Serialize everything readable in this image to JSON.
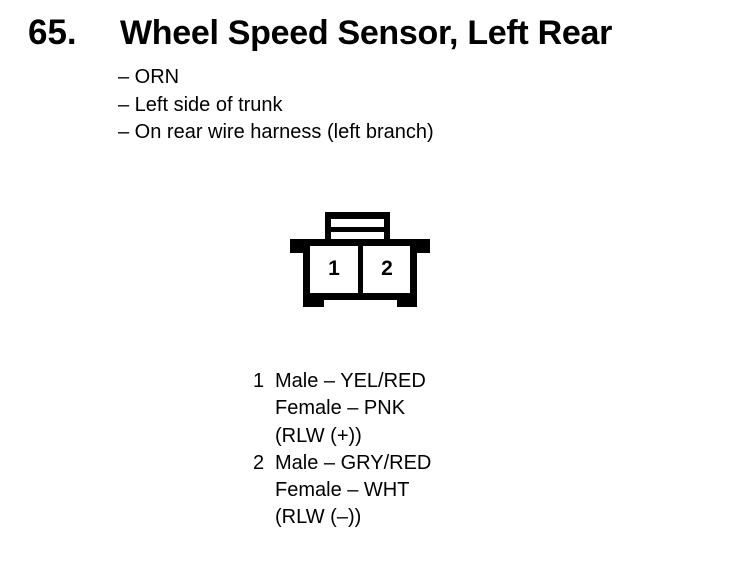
{
  "item": {
    "number": "65.",
    "title": "Wheel Speed Sensor, Left Rear",
    "details": [
      "– ORN",
      "– Left side of trunk",
      "– On rear wire harness (left branch)"
    ]
  },
  "connector": {
    "type": "2-cavity connector, front view",
    "cavity_labels": [
      "1",
      "2"
    ]
  },
  "pinout": [
    {
      "pin": "1",
      "lines": [
        "Male – YEL/RED",
        "Female – PNK",
        "(RLW (+))"
      ]
    },
    {
      "pin": "2",
      "lines": [
        "Male – GRY/RED",
        "Female – WHT",
        "(RLW (–))"
      ]
    }
  ],
  "colors": {
    "ink": "#000000",
    "paper": "#ffffff"
  }
}
